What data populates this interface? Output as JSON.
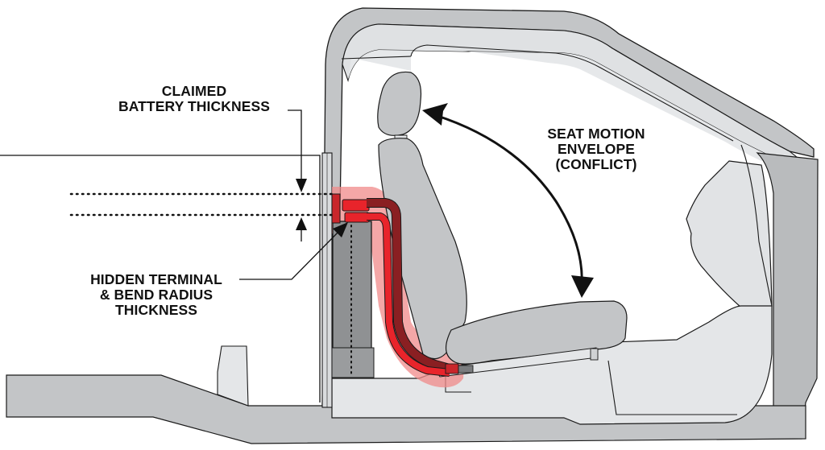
{
  "diagram": {
    "title": "Seat-side battery packaging conflict (vehicle cross-section)",
    "labels": {
      "claimed": [
        "CLAIMED",
        "BATTERY THICKNESS"
      ],
      "hidden": [
        "HIDDEN TERMINAL",
        "& BEND RADIUS",
        "THICKNESS"
      ],
      "seat_motion": [
        "SEAT MOTION",
        "ENVELOPE",
        "(CONFLICT)"
      ]
    },
    "colors": {
      "body_gray": "#c3c5c7",
      "light_gray": "#e4e6e8",
      "battery_gray": "#8f9193",
      "conflict_highlight": "#f08a8a",
      "cable_red": "#e8242b",
      "cable_dark": "#8a1f22",
      "outline": "#1a1a1a"
    },
    "components": [
      "roof-frame",
      "b-pillar",
      "headrest",
      "seat-back",
      "seat-cushion",
      "seat-rail",
      "battery-module",
      "terminal-cable",
      "floor-pan",
      "dashboard",
      "door-panel"
    ]
  }
}
